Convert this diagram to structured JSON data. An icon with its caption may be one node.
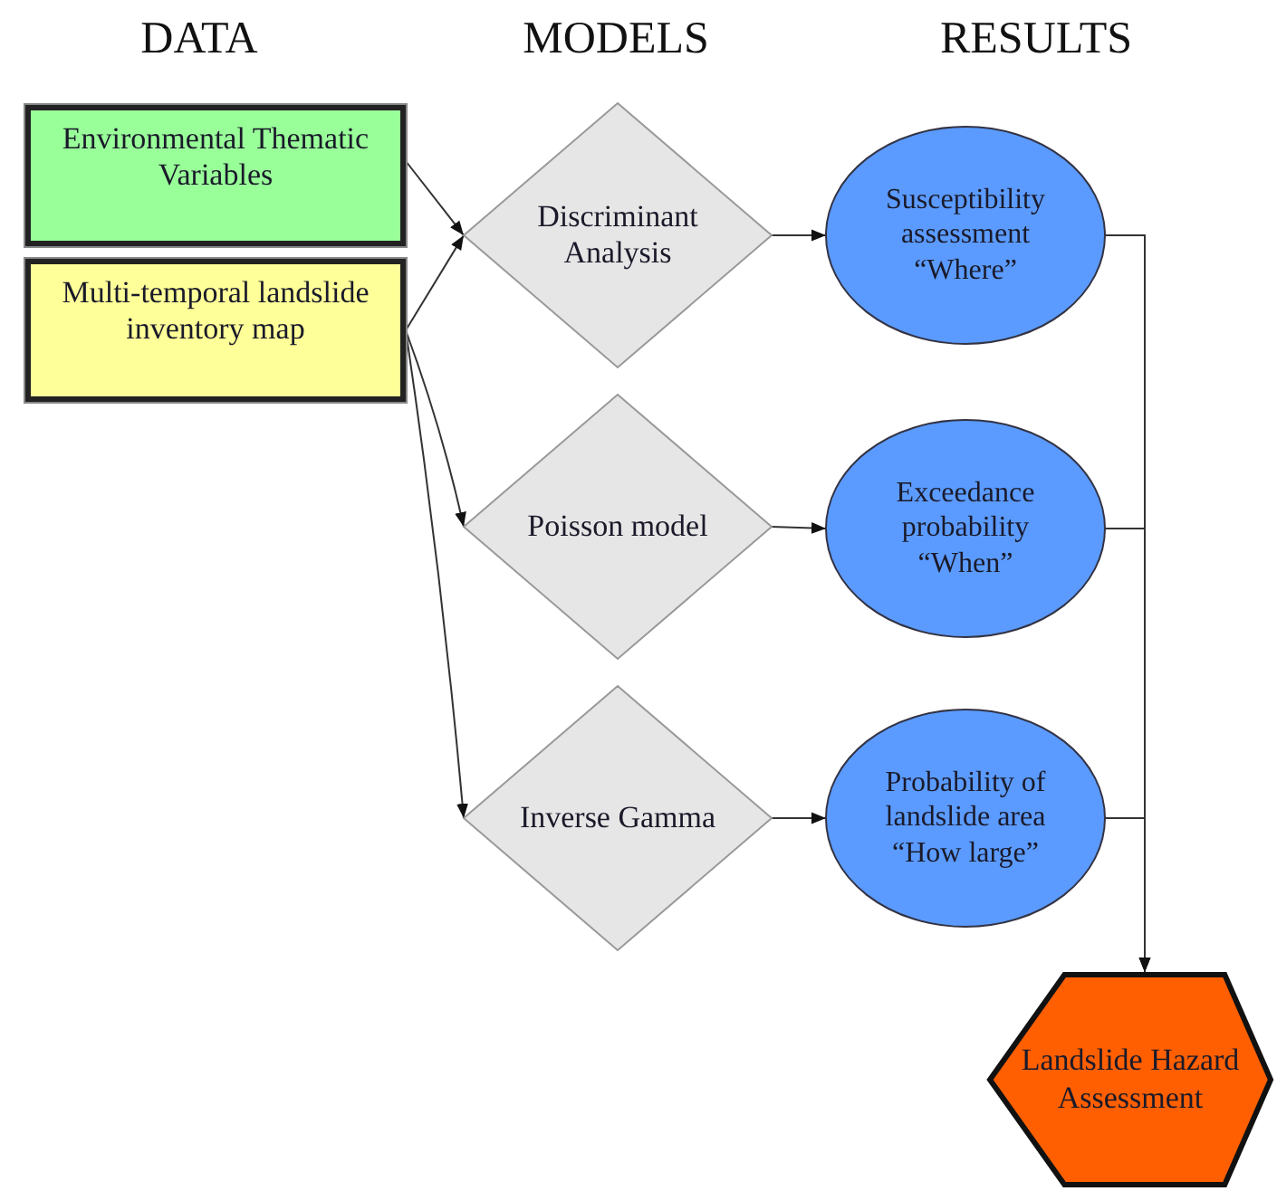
{
  "diagram": {
    "nodes": [
      {
        "text": [
          "Environmental Thematic Variables"
        ]
      },
      {
        "text": [
          "Multi-temporal landslide inventory map"
        ]
      },
      {
        "text": [
          "Discriminant Analysis"
        ]
      },
      {
        "text": [
          "Poisson model"
        ]
      },
      {
        "text": [
          "Inverse Gamma"
        ]
      },
      {
        "text": [
          "Susceptibility assessment “Where”"
        ]
      },
      {
        "text": [
          "Exceedance probability “When”"
        ]
      },
      {
        "text": [
          "Probability of landslide area “How large”"
        ]
      },
      {
        "text": [
          "Landslide Hazard Assessment"
        ]
      }
    ],
    "edges": [
      {
        "from": 0,
        "to": 2,
        "arrow": "to"
      },
      {
        "from": 1,
        "to": 2,
        "arrow": "to"
      },
      {
        "from": 1,
        "to": 3,
        "arrow": "to"
      },
      {
        "from": 1,
        "to": 4,
        "arrow": "to"
      },
      {
        "from": 2,
        "to": 5,
        "arrow": "to"
      },
      {
        "from": 3,
        "to": 6,
        "arrow": "to"
      },
      {
        "from": 4,
        "to": 7,
        "arrow": "to"
      },
      {
        "from": 5,
        "to": 8,
        "arrow": "to"
      },
      {
        "from": 6,
        "to": 8,
        "arrow": "to"
      },
      {
        "from": 7,
        "to": 8,
        "arrow": "to"
      }
    ],
    "labels": [
      "DATA",
      "MODELS",
      "RESULTS"
    ]
  }
}
